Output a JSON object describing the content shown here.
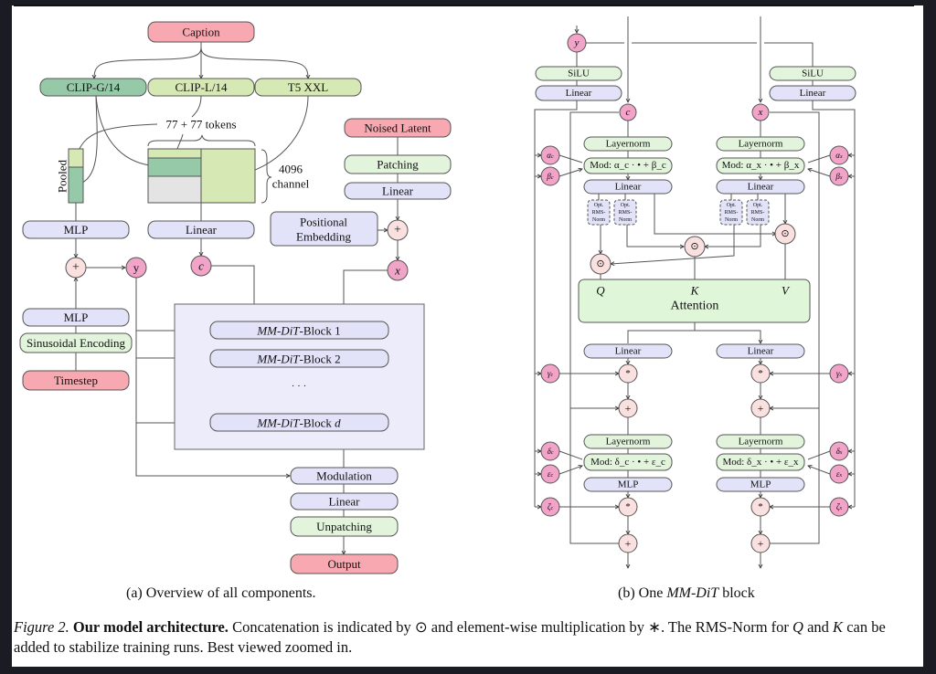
{
  "colors": {
    "pink_box": "#f7a8b0",
    "dark_green": "#96c9a8",
    "light_green": "#d6e8b4",
    "mint": "#e2f5dc",
    "lavender": "#e2e2f8",
    "pink_circle": "#f1a3c8",
    "op_circle": "#fbe0e0",
    "gray": "#e4e4e4"
  },
  "panel_a": {
    "caption_box": "Caption",
    "encoders": [
      "CLIP-G/14",
      "CLIP-L/14",
      "T5 XXL"
    ],
    "tokens_label": "77 + 77 tokens",
    "channel_label_1": "4096",
    "channel_label_2": "channel",
    "pooled_label": "Pooled",
    "mlp_top": "MLP",
    "linear_c": "Linear",
    "plus": "+",
    "y_node": "y",
    "c_node": "c",
    "x_node": "x",
    "noised_latent": "Noised Latent",
    "patching": "Patching",
    "linear_x": "Linear",
    "pos_emb_1": "Positional",
    "pos_emb_2": "Embedding",
    "mlp_t": "MLP",
    "sinusoidal": "Sinusoidal Encoding",
    "timestep": "Timestep",
    "blocks": [
      {
        "italic": "MM-DiT",
        "suffix": "-Block 1"
      },
      {
        "italic": "MM-DiT",
        "suffix": "-Block 2"
      },
      {
        "italic": "MM-DiT",
        "suffix": "-Block ",
        "var": "d"
      }
    ],
    "ellipsis": "· · ·",
    "modulation": "Modulation",
    "linear_out": "Linear",
    "unpatching": "Unpatching",
    "output": "Output",
    "sub_caption": "(a) Overview of all components."
  },
  "panel_b": {
    "y_node": "y",
    "c_node": "c",
    "x_node": "x",
    "silu": "SiLU",
    "linear": "Linear",
    "layernorm": "Layernorm",
    "mod_c_1": "Mod: α_c · • + β_c",
    "mod_x_1": "Mod: α_x · • + β_x",
    "mod_c_2": "Mod: δ_c · • + ε_c",
    "mod_x_2": "Mod: δ_x · • + ε_x",
    "rms_norm": [
      "Opt.",
      "RMS-",
      "Norm"
    ],
    "attention": "Attention",
    "q": "Q",
    "k": "K",
    "v": "V",
    "mlp": "MLP",
    "concat": "⊙",
    "mul": "*",
    "plus": "+",
    "params_c": [
      "α",
      "β",
      "γ",
      "δ",
      "ε",
      "ζ"
    ],
    "params_x": [
      "α",
      "β",
      "γ",
      "δ",
      "ε",
      "ζ"
    ],
    "sub_c": "c",
    "sub_x": "x",
    "sub_caption_prefix": "(b) One ",
    "sub_caption_italic": "MM-DiT",
    "sub_caption_suffix": " block"
  },
  "figure_caption": {
    "label": "Figure 2.",
    "title": "Our model architecture.",
    "text1": " Concatenation is indicated by ⊙ and element-wise multiplication by ∗. The RMS-Norm for ",
    "q": "Q",
    "and": " and ",
    "k": "K",
    "text2": " can be added to stabilize training runs. Best viewed zoomed in."
  }
}
